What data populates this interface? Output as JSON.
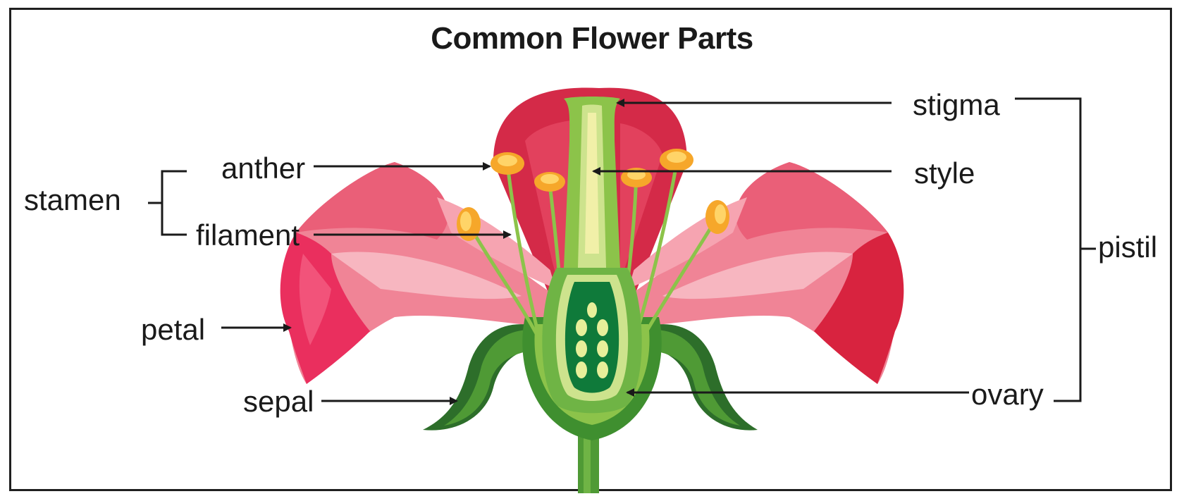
{
  "title": "Common Flower Parts",
  "labels": {
    "stamen": "stamen",
    "anther": "anther",
    "filament": "filament",
    "petal": "petal",
    "sepal": "sepal",
    "stigma": "stigma",
    "style": "style",
    "pistil": "pistil",
    "ovary": "ovary"
  },
  "colors": {
    "petal_dark": "#d42a48",
    "petal_mid": "#e8546d",
    "petal_light": "#f39aa8",
    "petal_tip": "#ea2f5e",
    "green_dark": "#2d6e2a",
    "green_mid": "#3f8f2f",
    "green_light": "#8cc34a",
    "green_pale": "#cde38d",
    "ovary_inner": "#0f7a3a",
    "ovule": "#e7ef9a",
    "anther": "#f6a72a",
    "style_core": "#f1f0a8",
    "line": "#1a1a1a"
  }
}
